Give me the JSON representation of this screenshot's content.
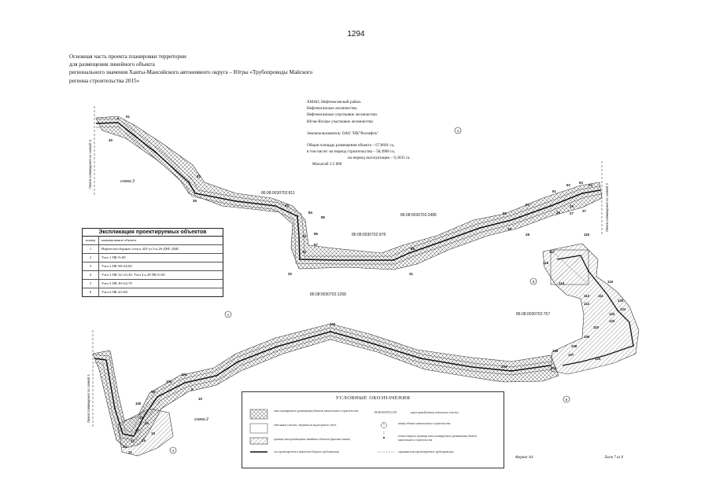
{
  "page_number": "1294",
  "title_lines": [
    "Основная часть проекта планировки территории",
    "для размещения линейного объекта",
    "регионального значения Ханты-Мансийского автономного округа – Югры «Трубопроводы Майского",
    "региона строительства 2015»"
  ],
  "info": {
    "location_lines": [
      "ХМАО, Нефтеюганский район.",
      "Нефтеюганское лесничество.",
      "Нефтеюганское участковое лесничество.",
      "Юган-Яхское участковое лесничество"
    ],
    "land_user": "Землепользователь: ОАО \"НК\"Роснефть\"",
    "area_lines": [
      "Общая площадь размещения объекта – 67,8601 га,",
      "в том числе: на период строительства – 58,4966 га,",
      "на период эксплуатации – 9,3635 га."
    ]
  },
  "scale": "Масштаб 1:5 000",
  "cadastral_labels": [
    {
      "text": "86:08:0030702:811"
    },
    {
      "text": "86:08:0030702:2486"
    },
    {
      "text": "86:08:0030702:978"
    },
    {
      "text": "86:08:0030702:1268"
    },
    {
      "text": "86:08:0030702:767"
    }
  ],
  "scheme_labels": [
    "схема 3",
    "схема 2"
  ],
  "edge_labels": [
    "Линия совмещения со схемой 3",
    "Линия совмещения со схемой 2",
    "Линия совмещения со схемой 1"
  ],
  "point_labels": [
    "91",
    "30",
    "35",
    "32",
    "82",
    "83",
    "84",
    "85",
    "86",
    "87",
    "34",
    "33",
    "88",
    "31",
    "89",
    "39",
    "28",
    "90",
    "91",
    "92",
    "93",
    "94",
    "29",
    "26",
    "27",
    "37",
    "102",
    "103",
    "105",
    "101",
    "99",
    "100",
    "16",
    "15",
    "17",
    "18",
    "19",
    "20",
    "21",
    "22",
    "10",
    "9",
    "117",
    "115",
    "116",
    "114",
    "119",
    "113",
    "112",
    "111",
    "120",
    "121",
    "122",
    "123",
    "110",
    "109",
    "108",
    "107",
    "106",
    "104",
    "124"
  ],
  "explication": {
    "title": "Экспликация проектируемых объектов",
    "headers": [
      "номер",
      "наименование объекта"
    ],
    "rows": [
      {
        "num": "1",
        "name": "Нефтегазосборные сети к 425-уз.3-к.26-ДНС-ДНС"
      },
      {
        "num": "2",
        "name": "Узел 1 ПК 9+00"
      },
      {
        "num": "3",
        "name": "Узел 2 ПК 98+45,00"
      },
      {
        "num": "4",
        "name": "Узел 3 ПК 32+25,30,   Узел 4 к.28 ПК 0+00"
      },
      {
        "num": "5",
        "name": "Узел 5 ПК 49+02,78"
      },
      {
        "num": "6",
        "name": "Узел 6 ПК 43+80"
      }
    ]
  },
  "legend": {
    "title": "УСЛОВНЫЕ ОБОЗНАЧЕНИЯ",
    "items": [
      "зона планируемого размещения объектов капитального строительства",
      "земельные участки, сведения из кадастрового учёта",
      "граница зоны размещения линейных объектов (красные линии)",
      "ось проектируемого нефтегазосборного трубопровода",
      "кадастровый номер земельного участка",
      "номер объекта капитального строительства",
      "точка поворота границы зоны планируемого размещения объекта капитального строительства",
      "охранная зона проектируемых трубопроводов"
    ],
    "cadastral_sample": "86:08:0030702:159",
    "circle_sample": "5",
    "point_sample": "1"
  },
  "format_label": "Формат А4",
  "sheet_label": "Лист 7 из 8",
  "colors": {
    "line": "#111111",
    "hatch": "#444444",
    "paper": "#ffffff"
  }
}
